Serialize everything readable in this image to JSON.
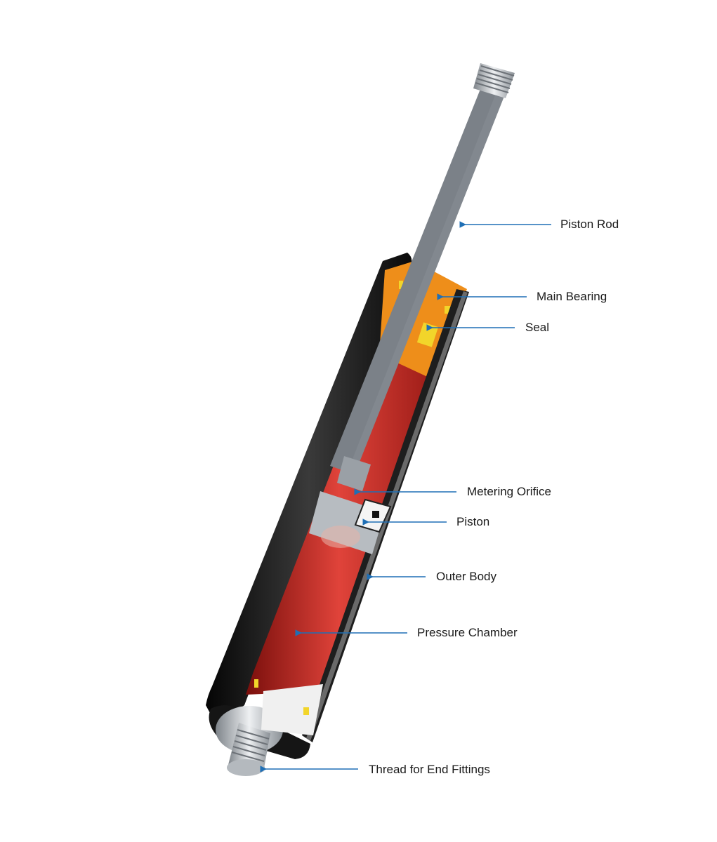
{
  "labels": {
    "piston_rod": "Piston Rod",
    "main_bearing": "Main Bearing",
    "seal": "Seal",
    "metering_orifice": "Metering Orifice",
    "piston": "Piston",
    "outer_body": "Outer Body",
    "pressure_chamber": "Pressure Chamber",
    "thread_end_fittings": "Thread for End Fittings"
  },
  "colors": {
    "leader": "#1f6fb5",
    "chamber": "#c2221c",
    "body": "#141414",
    "bearing": "#ee8e1a",
    "seal": "#f2d52a",
    "rod": "#c9cdd1"
  }
}
